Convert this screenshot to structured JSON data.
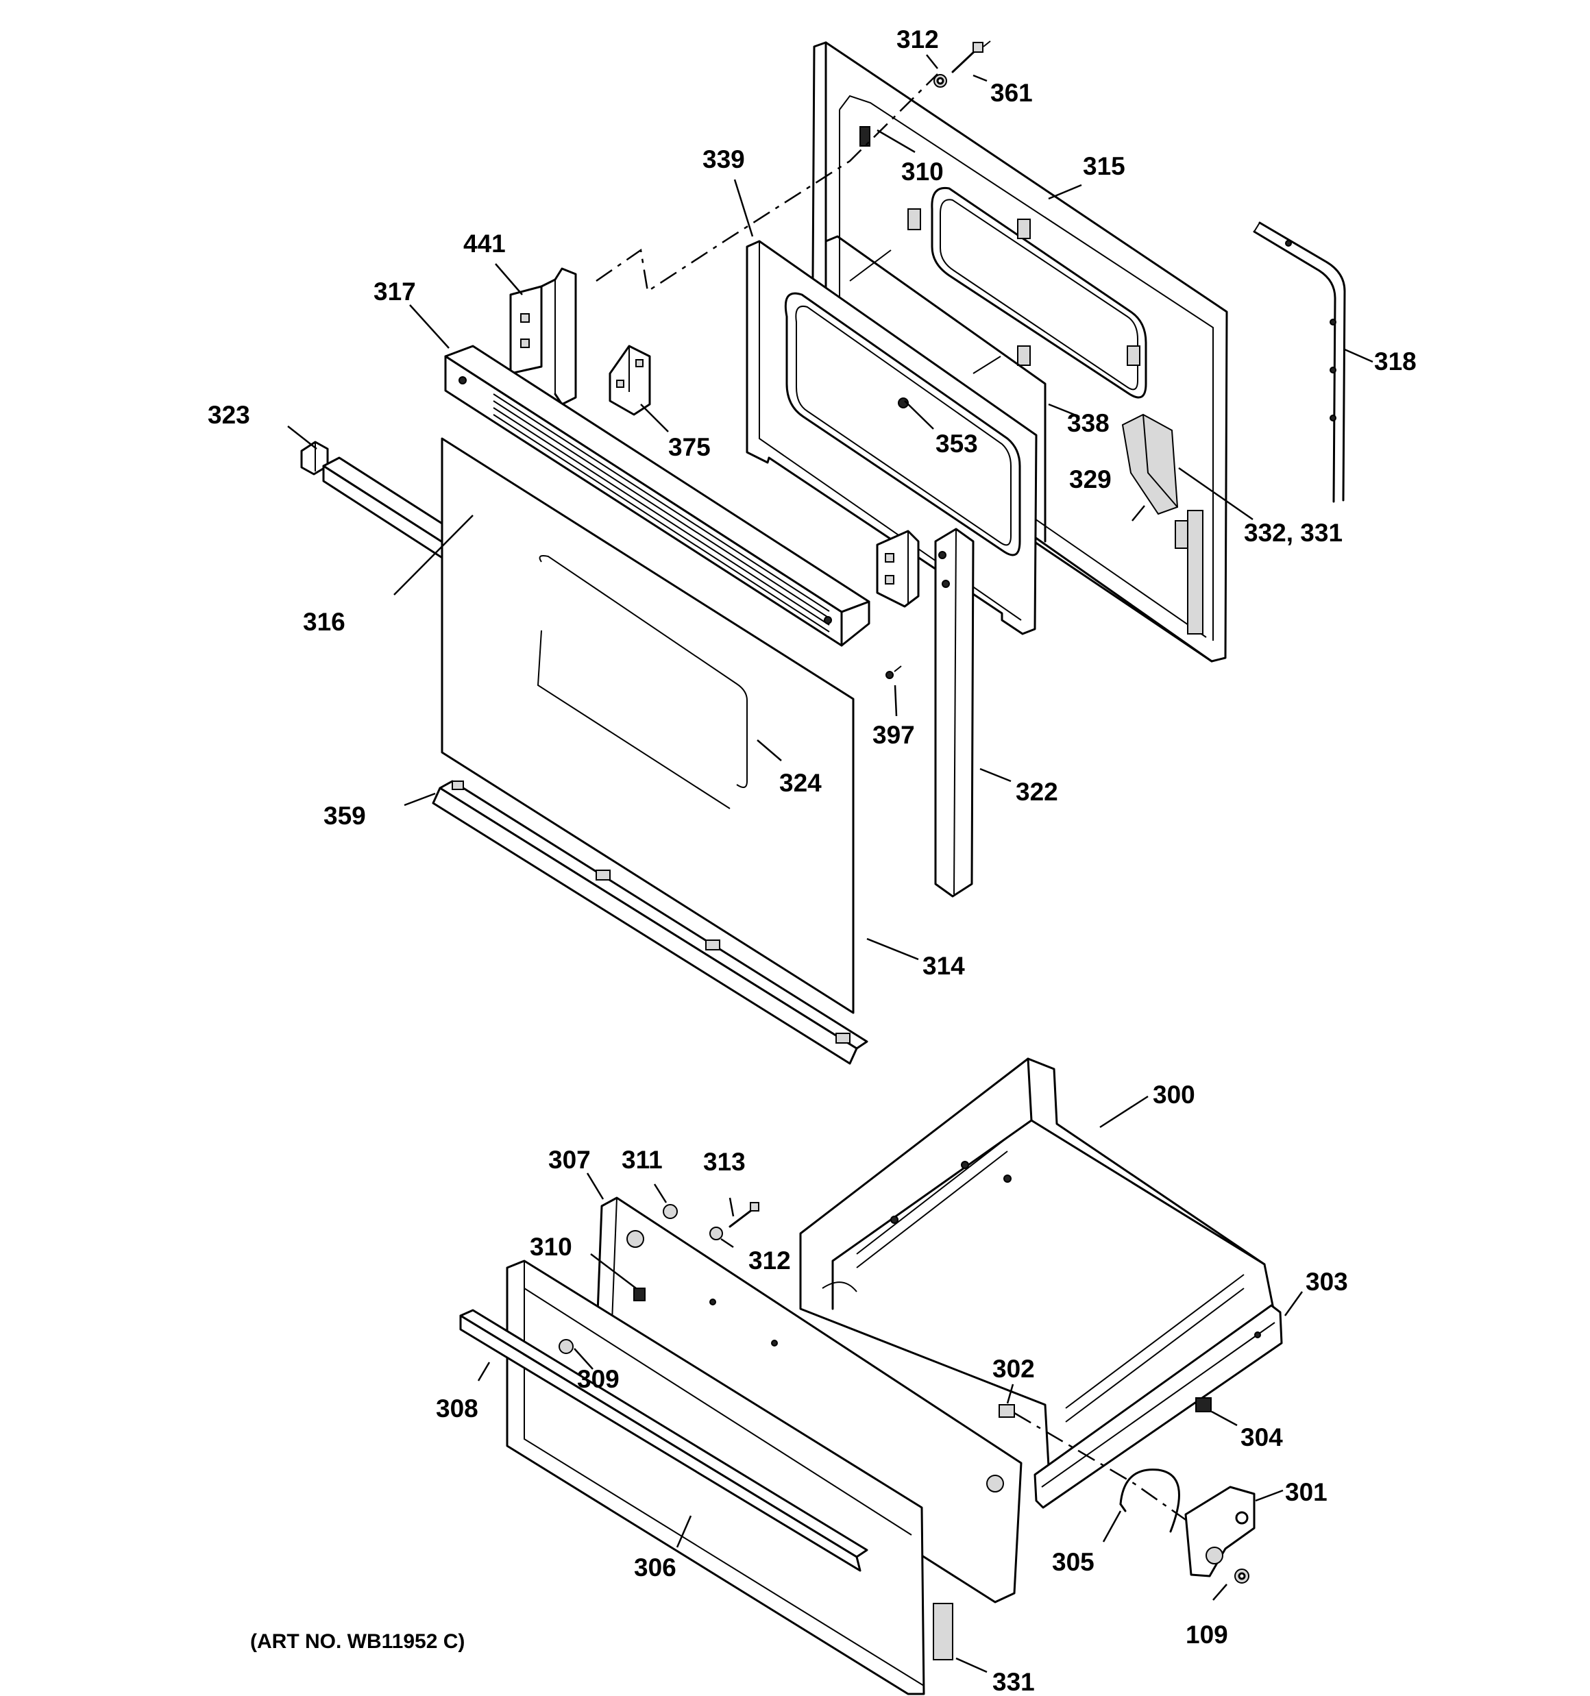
{
  "callouts": {
    "c312a": "312",
    "c361": "361",
    "c339": "339",
    "c310a": "310",
    "c315": "315",
    "c441": "441",
    "c317": "317",
    "c318": "318",
    "c323": "323",
    "c375": "375",
    "c338": "338",
    "c353": "353",
    "c329": "329",
    "c332_331": "332, 331",
    "c316": "316",
    "c397": "397",
    "c324": "324",
    "c322": "322",
    "c359": "359",
    "c314": "314",
    "c300": "300",
    "c307": "307",
    "c311": "311",
    "c313": "313",
    "c310b": "310",
    "c312b": "312",
    "c303": "303",
    "c302": "302",
    "c309": "309",
    "c308": "308",
    "c304": "304",
    "c301": "301",
    "c305": "305",
    "c306": "306",
    "c109": "109",
    "c331b": "331"
  },
  "art_number": "(ART NO. WB11952 C)"
}
